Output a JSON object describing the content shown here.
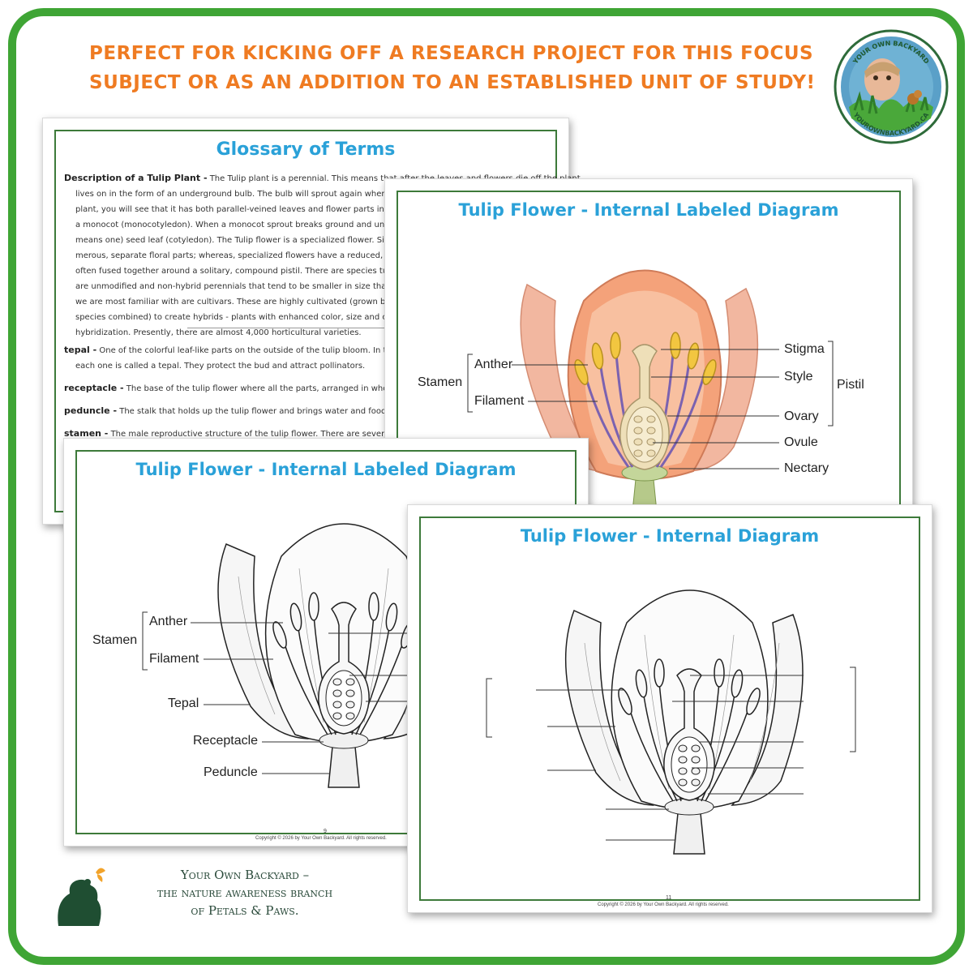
{
  "headline": {
    "line1": "Perfect for kicking off a research project  for this focus",
    "line2": "subject or as an addition to an established unit of study!"
  },
  "logo": {
    "top_text": "YOUR OWN BACKYARD",
    "bottom_text": "YOUROWNBACKYARD.CA"
  },
  "glossary": {
    "title": "Glossary of Terms",
    "description_term": "Description of a Tulip Plant -",
    "description_lines": [
      "The Tulip plant is a perennial.  This means that after the leaves and flowers die off the plant",
      "lives on in the form of an underground bulb.  The bulb will sprout again when con",
      "plant, you will see that it has both parallel-veined leaves and flower parts in mult",
      "a monocot (monocotyledon).  When a monocot sprout breaks ground and unfurls",
      "means one) seed leaf (cotyledon).  The Tulip flower is a specialized flower.  Simple",
      "merous, separate floral parts; whereas, specialized flowers have a reduced, yet c",
      "often fused together around a solitary, compound pistil.  There are species tulips",
      "are unmodified and non-hybrid perennials that tend to be smaller in size than wh",
      "we are most familiar with are cultivars.  These are highly cultivated (grown by fa",
      "species combined) to create hybrids - plants with enhanced color, size and comp",
      "hybridization.  Presently, there are almost 4,000 horticultural varieties."
    ],
    "entries": [
      {
        "term": "tepal -",
        "text": "One of the colorful leaf-like parts on the outside of the tulip bloom. In tulips",
        "text2": "each one is called a tepal. They protect the bud and attract pollinators."
      },
      {
        "term": "receptacle -",
        "text": "The base of the tulip flower where all the parts, arranged in whorls, ar",
        "text2": ""
      },
      {
        "term": "peduncle -",
        "text": "The stalk that holds up the tulip flower and brings water and food to it.",
        "text2": ""
      },
      {
        "term": "stamen -",
        "text": "The male reproductive structure of the tulip flower.  There are several of t",
        "text2": ""
      }
    ]
  },
  "color_diagram": {
    "title": "Tulip Flower - Internal Labeled Diagram",
    "labels": {
      "stamen": "Stamen",
      "anther": "Anther",
      "filament": "Filament",
      "stigma": "Stigma",
      "style": "Style",
      "ovary": "Ovary",
      "ovule": "Ovule",
      "nectary": "Nectary",
      "pistil": "Pistil"
    }
  },
  "bw_labeled": {
    "title": "Tulip Flower - Internal Labeled Diagram",
    "labels": {
      "stamen": "Stamen",
      "anther": "Anther",
      "filament": "Filament",
      "tepal": "Tepal",
      "receptacle": "Receptacle",
      "peduncle": "Peduncle"
    },
    "page_number": "9",
    "copyright": "Copyright © 2026  by Your Own Backyard.  All rights reserved."
  },
  "bw_blank": {
    "title": "Tulip Flower - Internal Diagram",
    "page_number": "11",
    "copyright": "Copyright © 2026  by Your Own Backyard.  All rights reserved."
  },
  "brand": {
    "line1": "Your Own Backyard –",
    "line2": "the nature awareness branch",
    "line3": "of Petals & Paws."
  },
  "colors": {
    "frame_green": "#3fa535",
    "headline_orange": "#ef7b22",
    "title_blue": "#2aa1d8",
    "sheet_border_green": "#3d7a3a"
  }
}
